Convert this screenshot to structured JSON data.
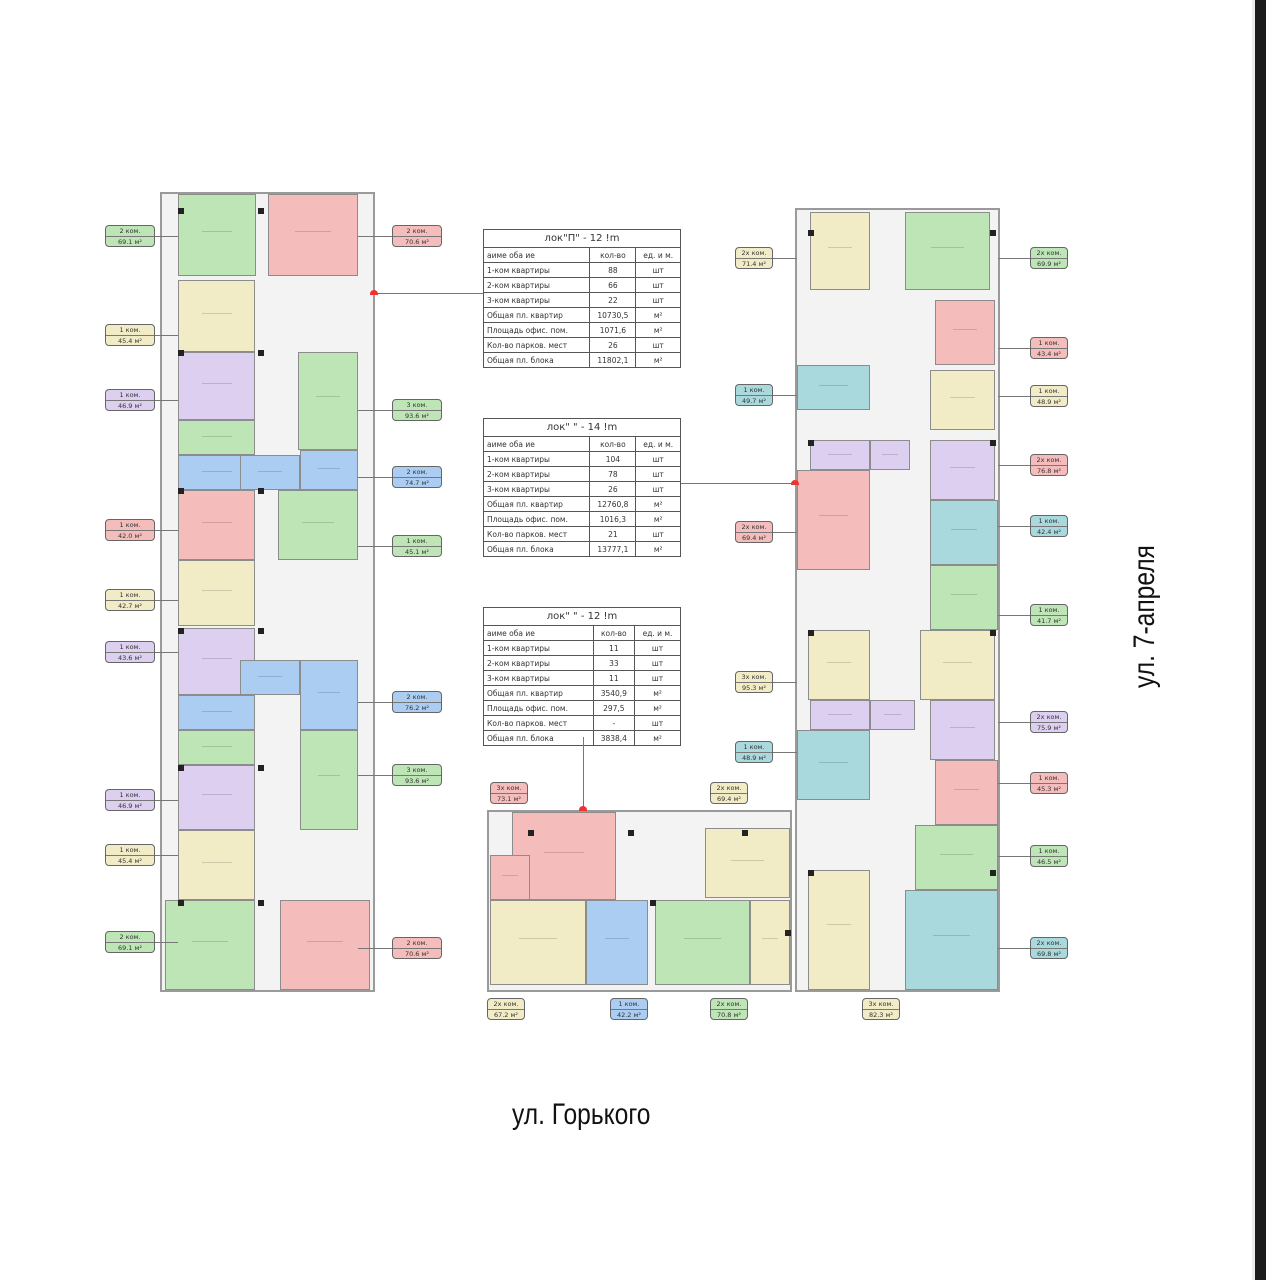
{
  "colors": {
    "green": "#bde5b6",
    "pink": "#f5bcbc",
    "yellow": "#f2ecc6",
    "purple": "#dccff0",
    "blue": "#abcdf1",
    "teal": "#a9d9dd"
  },
  "tables": [
    {
      "title": "лок\"П\" - 12 !m",
      "header": [
        "аиме оба ие",
        "кол-во",
        "ед. и м."
      ],
      "rows": [
        [
          "1-ком квартиры",
          "88",
          "шт"
        ],
        [
          "2-ком квартиры",
          "66",
          "шт"
        ],
        [
          "3-ком квартиры",
          "22",
          "шт"
        ],
        [
          "Общая пл. квартир",
          "10730,5",
          "м²"
        ],
        [
          "Площадь офис. пом.",
          "1071,6",
          "м²"
        ],
        [
          "Кол-во парков. мест",
          "26",
          "шт"
        ],
        [
          "Общая пл. блока",
          "11802,1",
          "м²"
        ]
      ]
    },
    {
      "title": "лок\" \" - 14 !m",
      "header": [
        "аиме оба ие",
        "кол-во",
        "ед. и м."
      ],
      "rows": [
        [
          "1-ком квартиры",
          "104",
          "шт"
        ],
        [
          "2-ком квартиры",
          "78",
          "шт"
        ],
        [
          "3-ком квартиры",
          "26",
          "шт"
        ],
        [
          "Общая пл. квартир",
          "12760,8",
          "м²"
        ],
        [
          "Площадь офис. пом.",
          "1016,3",
          "м²"
        ],
        [
          "Кол-во парков. мест",
          "21",
          "шт"
        ],
        [
          "Общая пл. блока",
          "13777,1",
          "м²"
        ]
      ]
    },
    {
      "title": "лок\" \" - 12 !m",
      "header": [
        "аиме оба ие",
        "кол-во",
        "ед. и м."
      ],
      "rows": [
        [
          "1-ком квартиры",
          "11",
          "шт"
        ],
        [
          "2-ком квартиры",
          "33",
          "шт"
        ],
        [
          "3-ком квартиры",
          "11",
          "шт"
        ],
        [
          "Общая пл. квартир",
          "3540,9",
          "м²"
        ],
        [
          "Площадь офис. пом.",
          "297,5",
          "м²"
        ],
        [
          "Кол-во парков. мест",
          "-",
          "шт"
        ],
        [
          "Общая пл. блока",
          "3838,4",
          "м²"
        ]
      ]
    }
  ],
  "labels": {
    "left_building_west": [
      {
        "rooms": "2 ком.",
        "area": "69.1 м²",
        "color": "green"
      },
      {
        "rooms": "1 ком.",
        "area": "45.4 м²",
        "color": "yellow"
      },
      {
        "rooms": "1 ком.",
        "area": "46.9 м²",
        "color": "purple"
      },
      {
        "rooms": "1 ком.",
        "area": "42.0 м²",
        "color": "pink"
      },
      {
        "rooms": "1 ком.",
        "area": "42.7 м²",
        "color": "yellow"
      },
      {
        "rooms": "1 ком.",
        "area": "43.6 м²",
        "color": "purple"
      },
      {
        "rooms": "1 ком.",
        "area": "46.9 м²",
        "color": "purple"
      },
      {
        "rooms": "1 ком.",
        "area": "45.4 м²",
        "color": "yellow"
      },
      {
        "rooms": "2 ком.",
        "area": "69.1 м²",
        "color": "green"
      }
    ],
    "left_building_east": [
      {
        "rooms": "2 ком.",
        "area": "70.6 м²",
        "color": "pink"
      },
      {
        "rooms": "3 ком.",
        "area": "93.6 м²",
        "color": "green"
      },
      {
        "rooms": "2 ком.",
        "area": "74.7 м²",
        "color": "blue"
      },
      {
        "rooms": "1 ком.",
        "area": "45.1 м²",
        "color": "green"
      },
      {
        "rooms": "2 ком.",
        "area": "76.2 м²",
        "color": "blue"
      },
      {
        "rooms": "3 ком.",
        "area": "93.6 м²",
        "color": "green"
      },
      {
        "rooms": "2 ком.",
        "area": "70.6 м²",
        "color": "pink"
      }
    ],
    "right_building_west": [
      {
        "rooms": "2х ком.",
        "area": "71.4 м²",
        "color": "yellow"
      },
      {
        "rooms": "1 ком.",
        "area": "49.7 м²",
        "color": "teal"
      },
      {
        "rooms": "2х ком.",
        "area": "69.4 м²",
        "color": "pink"
      },
      {
        "rooms": "3х ком.",
        "area": "95.3 м²",
        "color": "yellow"
      },
      {
        "rooms": "1 ком.",
        "area": "48.9 м²",
        "color": "teal"
      }
    ],
    "right_building_east": [
      {
        "rooms": "2х ком.",
        "area": "69.9 м²",
        "color": "green"
      },
      {
        "rooms": "1 ком.",
        "area": "43.4 м²",
        "color": "pink"
      },
      {
        "rooms": "1 ком.",
        "area": "48.9 м²",
        "color": "yellow"
      },
      {
        "rooms": "2х ком.",
        "area": "76.8 м²",
        "color": "pink"
      },
      {
        "rooms": "1 ком.",
        "area": "42.4 м²",
        "color": "teal"
      },
      {
        "rooms": "1 ком.",
        "area": "41.7 м²",
        "color": "green"
      },
      {
        "rooms": "2х ком.",
        "area": "75.9 м²",
        "color": "purple"
      },
      {
        "rooms": "1 ком.",
        "area": "45.3 м²",
        "color": "pink"
      },
      {
        "rooms": "1 ком.",
        "area": "46.5 м²",
        "color": "green"
      },
      {
        "rooms": "2х ком.",
        "area": "69.8 м²",
        "color": "teal"
      }
    ],
    "bottom_building": [
      {
        "rooms": "3х ком.",
        "area": "73.1 м²",
        "color": "pink"
      },
      {
        "rooms": "2х ком.",
        "area": "69.4 м²",
        "color": "yellow"
      },
      {
        "rooms": "2х ком.",
        "area": "67.2 м²",
        "color": "yellow"
      },
      {
        "rooms": "1 ком.",
        "area": "42.2 м²",
        "color": "blue"
      },
      {
        "rooms": "2х ком.",
        "area": "70.8 м²",
        "color": "green"
      },
      {
        "rooms": "3х ком.",
        "area": "82.3 м²",
        "color": "yellow"
      }
    ]
  },
  "streets": {
    "south": "ул. Горького",
    "east": "ул. 7-апреля"
  }
}
